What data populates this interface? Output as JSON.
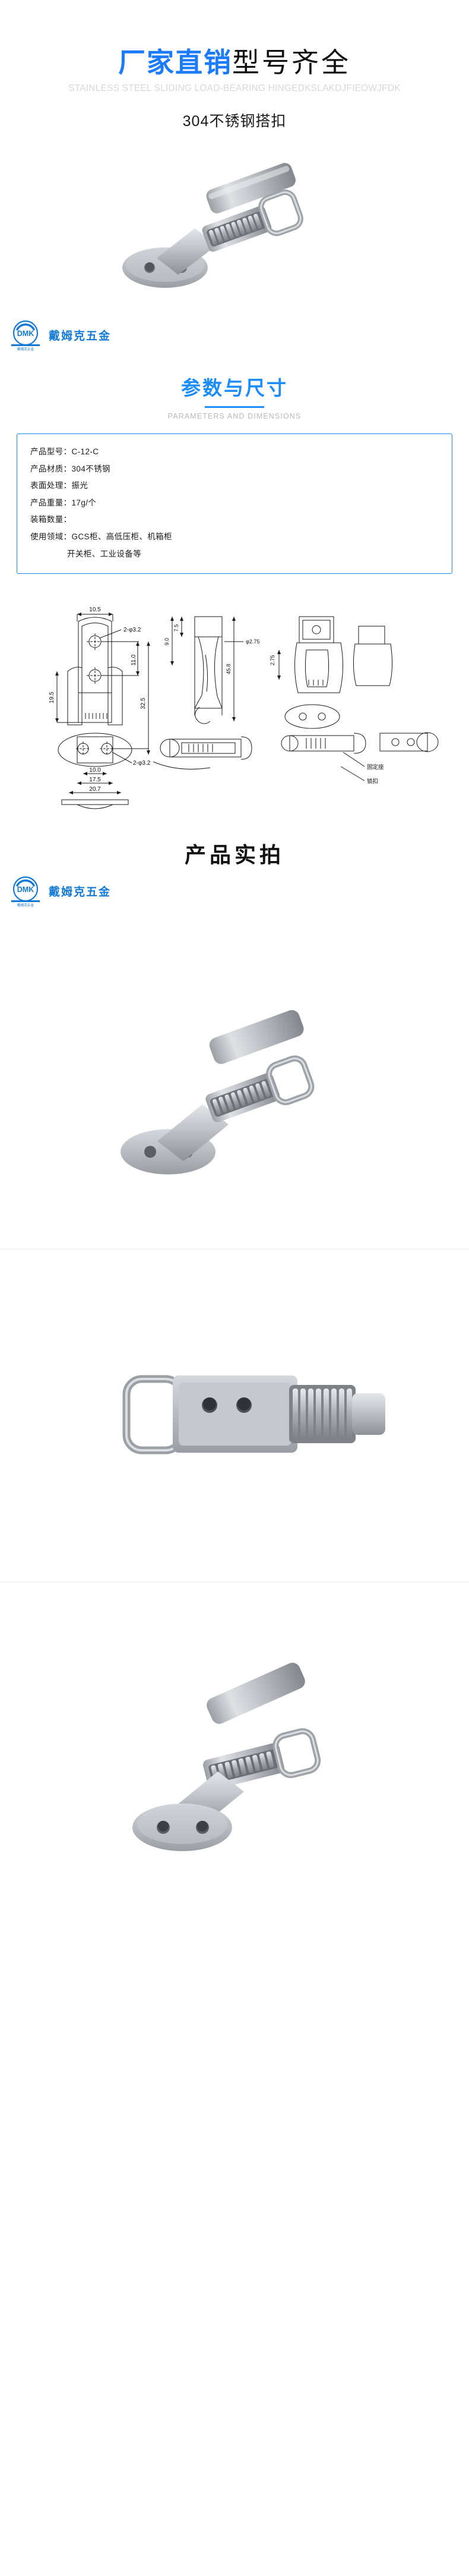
{
  "hero": {
    "title_accent": "厂家直销",
    "title_plain": "型号齐全",
    "subtitle_en": "STAINLESS STEEL SLIDING LOAD-BEARING HINGEDKSLAKDJFIEOWJFDK",
    "model_line": "304不锈钢搭扣",
    "accent_color": "#1a7bff"
  },
  "brand": {
    "mark_initials": "DMK",
    "mark_caption": "戴姆克五金",
    "name_cn": "戴姆克五金",
    "color": "#1279d6"
  },
  "sections": {
    "params": {
      "title_cn": "参数与尺寸",
      "title_en": "PARAMETERS AND DIMENSIONS"
    },
    "photos": {
      "title_cn": "产品实拍"
    }
  },
  "parameters": [
    {
      "label": "产品型号：",
      "value": "C-12-C"
    },
    {
      "label": "产品材质：",
      "value": "304不锈钢"
    },
    {
      "label": "表面处理：",
      "value": "振光"
    },
    {
      "label": "产品重量：",
      "value": "17g/个"
    },
    {
      "label": "装箱数量：",
      "value": ""
    },
    {
      "label": "使用领域：",
      "value": "GCS柜、高低压柜、机箱柜"
    },
    {
      "label": "",
      "value": "开关柜、工业设备等",
      "indent": true
    }
  ],
  "drawing": {
    "dims": {
      "top_width": "10.5",
      "hole_top": "2-φ3.2",
      "hole_pitch_v": "11.0",
      "height_a": "19.5",
      "height_b": "32.5",
      "base_hole_pitch": "10.0",
      "base_width_inner": "17.5",
      "base_width_outer": "20.7",
      "hole_base": "2-φ3.2",
      "side_h1": "7.5",
      "side_h2": "9.0",
      "side_h3": "2.75",
      "side_h4": "45.8",
      "side_w1": "φ2.75",
      "note_fix": "固定座",
      "note_lock": "锁扣"
    },
    "stroke_color": "#1a1a1a"
  },
  "gallery": [
    {
      "caption": "",
      "view": "front-angled"
    },
    {
      "caption": "",
      "view": "top-open"
    },
    {
      "caption": "",
      "view": "side-profile"
    }
  ],
  "product": {
    "body_light": "#d8dade",
    "body_mid": "#a8abb0",
    "body_dark": "#7e8287",
    "spring_color": "#b9bcc1"
  }
}
